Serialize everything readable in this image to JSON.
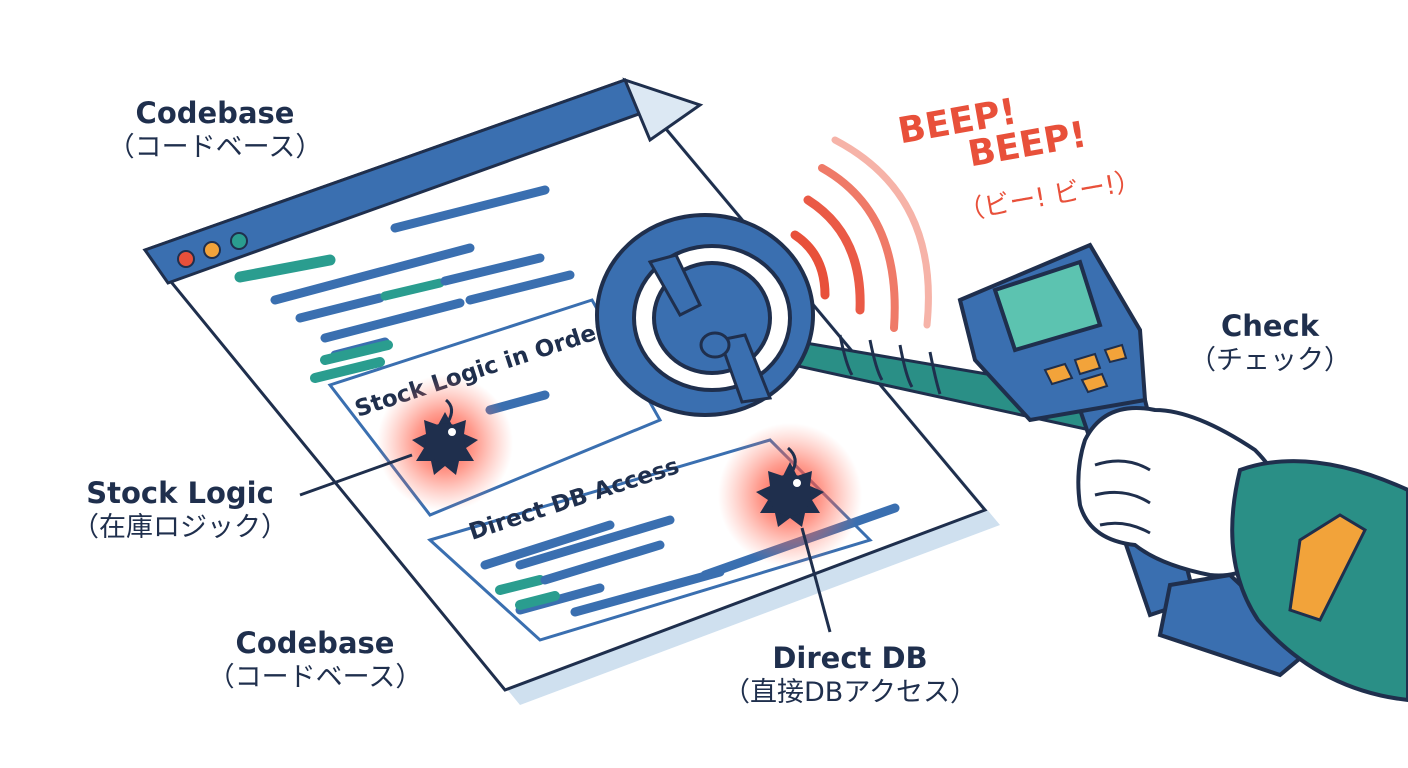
{
  "labels": {
    "codebase_top": {
      "en": "Codebase",
      "jp": "（コードベース）"
    },
    "codebase_bottom": {
      "en": "Codebase",
      "jp": "（コードベース）"
    },
    "stock_logic": {
      "en": "Stock Logic",
      "jp": "（在庫ロジック）"
    },
    "direct_db": {
      "en": "Direct DB",
      "jp": "（直接DBアクセス）"
    },
    "check": {
      "en": "Check",
      "jp": "（チェック）"
    }
  },
  "beep": {
    "line1": "BEEP!",
    "line2": "BEEP!",
    "jp": "（ビー! ビー!）"
  },
  "window": {
    "panel_order_title": "Stock Logic in Order",
    "panel_db_title": "Direct DB Access"
  },
  "colors": {
    "navy": "#1f2f4d",
    "blue": "#3a6fb0",
    "teal": "#2a9d8f",
    "alert_red": "#e8503a",
    "glove_teal": "#2a8f86",
    "orange": "#f2a33a"
  },
  "icons": {
    "bug_stock": "bomb-bug-icon",
    "bug_db": "bomb-bug-icon",
    "detector": "metal-detector-icon",
    "hand": "hand-icon"
  }
}
